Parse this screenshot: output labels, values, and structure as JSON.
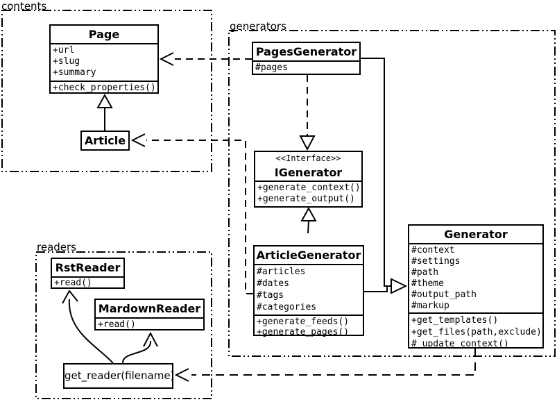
{
  "diagram": {
    "type": "uml-class-diagram",
    "colors": {
      "line": "#000000",
      "background": "#ffffff"
    }
  },
  "packages": {
    "contents": {
      "label": "contents"
    },
    "generators": {
      "label": "generators"
    },
    "readers": {
      "label": "readers"
    }
  },
  "classes": {
    "page": {
      "name": "Page",
      "attributes": [
        "+url",
        "+slug",
        "+summary"
      ],
      "methods": [
        "+check_properties()"
      ]
    },
    "article": {
      "name": "Article"
    },
    "pages_generator": {
      "name": "PagesGenerator",
      "attributes": [
        "#pages"
      ]
    },
    "igenerator": {
      "stereotype": "<<Interface>>",
      "name": "IGenerator",
      "methods": [
        "+generate_context()",
        "+generate_output()"
      ]
    },
    "article_generator": {
      "name": "ArticleGenerator",
      "attributes": [
        "#articles",
        "#dates",
        "#tags",
        "#categories"
      ],
      "methods": [
        "+generate_feeds()",
        "+generate_pages()"
      ]
    },
    "generator": {
      "name": "Generator",
      "attributes": [
        "#context",
        "#settings",
        "#path",
        "#theme",
        "#output_path",
        "#markup"
      ],
      "methods": [
        "+get_templates()",
        "+get_files(path,exclude)",
        "#_update_context()"
      ]
    },
    "rst_reader": {
      "name": "RstReader",
      "methods": [
        "+read()"
      ]
    },
    "mardown_reader": {
      "name": "MardownReader",
      "methods": [
        "+read()"
      ]
    },
    "get_reader": {
      "label": "get_reader(filename)"
    }
  }
}
